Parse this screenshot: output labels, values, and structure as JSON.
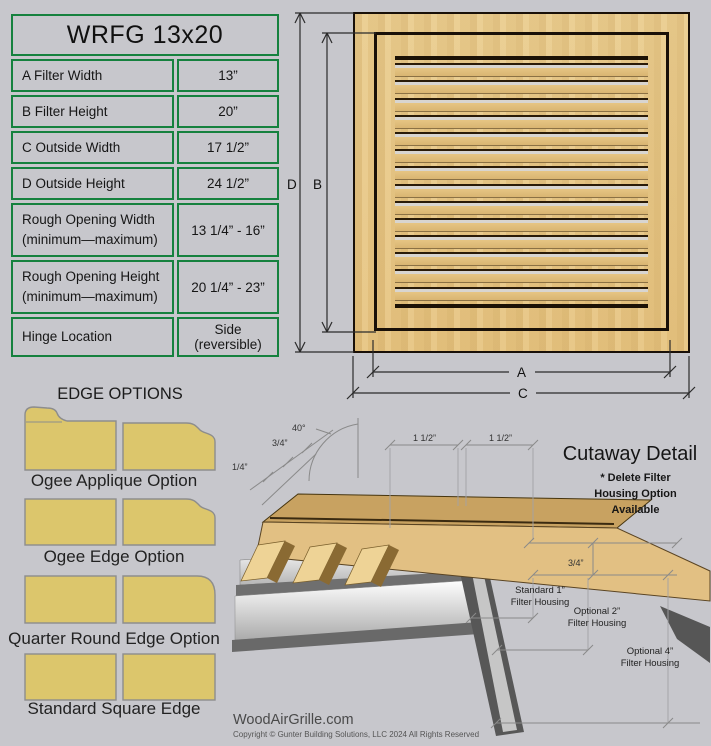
{
  "colors": {
    "background": "#c7c7cc",
    "accent_green": "#15813e",
    "wood": "#e8ca8c",
    "wood_dark": "#c8a261",
    "edge_fill": "#dcc66c",
    "line_dark": "#191008"
  },
  "spec_table": {
    "title": "WRFG 13x20",
    "rows": [
      {
        "label": "A  Filter Width",
        "value": "13”"
      },
      {
        "label": "B  Filter Height",
        "value": "20”"
      },
      {
        "label": "C  Outside Width",
        "value": "17 1/2”"
      },
      {
        "label": "D  Outside Height",
        "value": "24 1/2”"
      },
      {
        "label": "Rough Opening Width\n(minimum—maximum)",
        "value": "13 1/4” - 16”"
      },
      {
        "label": "Rough Opening Height\n(minimum—maximum)",
        "value": "20 1/4” - 23”"
      },
      {
        "label": "Hinge Location",
        "value": "Side (reversible)"
      }
    ]
  },
  "grille_drawing": {
    "louver_count": 14,
    "dims": {
      "outer_height": "D",
      "filter_height": "B",
      "filter_width": "A",
      "outer_width": "C"
    }
  },
  "edge_options": {
    "title": "EDGE OPTIONS",
    "items": [
      {
        "label": "Ogee Applique Option"
      },
      {
        "label": "Ogee Edge Option"
      },
      {
        "label": "Quarter Round Edge Option"
      },
      {
        "label": "Standard Square Edge"
      }
    ]
  },
  "cutaway": {
    "title": "Cutaway Detail",
    "note": "* Delete Filter\nHousing Option\nAvailable",
    "dims": {
      "quarter": "1/4”",
      "three_quarter_left": "3/4”",
      "angle": "40°",
      "gap1": "1 1/2”",
      "gap2": "1 1/2”",
      "three_quarter_right": "3/4”"
    },
    "housings": [
      {
        "label": "Standard 1”\nFilter Housing"
      },
      {
        "label": "Optional 2”\nFilter Housing"
      },
      {
        "label": "Optional 4”\nFilter Housing"
      }
    ]
  },
  "footer": {
    "site": "WoodAirGrille.com",
    "copyright": "Copyright ©  Gunter Building Solutions, LLC 2024 All Rights Reserved"
  }
}
